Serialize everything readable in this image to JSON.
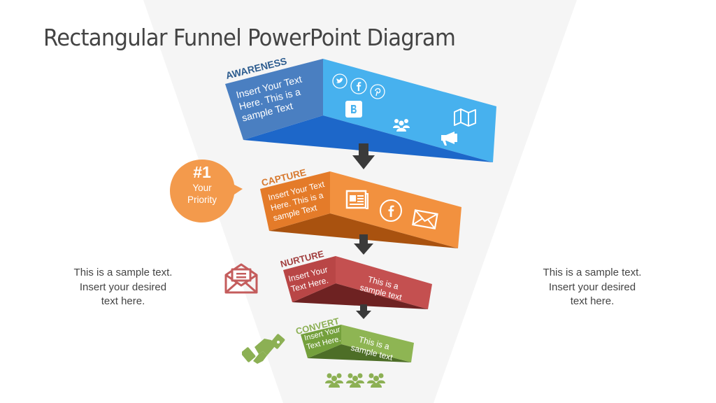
{
  "slide": {
    "title": "Rectangular Funnel PowerPoint Diagram",
    "background_color": "#ffffff",
    "funnel_shadow_color": "#f4f4f4"
  },
  "stages": [
    {
      "label": "AWARENESS",
      "label_color": "#2e5d8f",
      "front_lines": [
        "Insert Your Text",
        "Here. This is a",
        "sample Text"
      ],
      "colors": {
        "front": "#4a7fc1",
        "top": "#47b1ee",
        "bottom": "#1d67c9"
      },
      "icons": [
        "twitter-icon",
        "facebook-icon",
        "pinterest-icon",
        "blogger-icon",
        "users-group-icon",
        "map-icon",
        "megaphone-icon"
      ]
    },
    {
      "label": "CAPTURE",
      "label_color": "#d7792f",
      "front_lines": [
        "Insert Your Text",
        "Here. This is a",
        "sample Text"
      ],
      "colors": {
        "front": "#e47b29",
        "top": "#f2913f",
        "bottom": "#a9520f"
      },
      "icons": [
        "newspaper-icon",
        "facebook-icon",
        "mail-icon"
      ]
    },
    {
      "label": "NURTURE",
      "label_color": "#a13e3e",
      "front_lines": [
        "Insert Your",
        "Text Here."
      ],
      "side_lines": [
        "This is a",
        "sample text"
      ],
      "colors": {
        "front": "#b94646",
        "top": "#c45050",
        "bottom": "#6e2222"
      },
      "icons": [
        "open-mail-icon"
      ]
    },
    {
      "label": "CONVERT",
      "label_color": "#8cb054",
      "front_lines": [
        "Insert Your",
        "Text Here."
      ],
      "side_lines": [
        "This is a",
        "sample text"
      ],
      "colors": {
        "front": "#74a03c",
        "top": "#8eb553",
        "bottom": "#4d6e27"
      },
      "icons": [
        "handshake-icon",
        "users-group-icon",
        "users-group-icon",
        "users-group-icon"
      ]
    }
  ],
  "priority_badge": {
    "number": "#1",
    "line1": "Your",
    "line2": "Priority",
    "color": "#f39a4c"
  },
  "left_note": {
    "lines": [
      "This is a sample text.",
      "Insert your desired",
      "text here."
    ]
  },
  "right_note": {
    "lines": [
      "This is a sample text.",
      "Insert your desired",
      "text here."
    ]
  },
  "arrow_color": "#3a3a3a"
}
